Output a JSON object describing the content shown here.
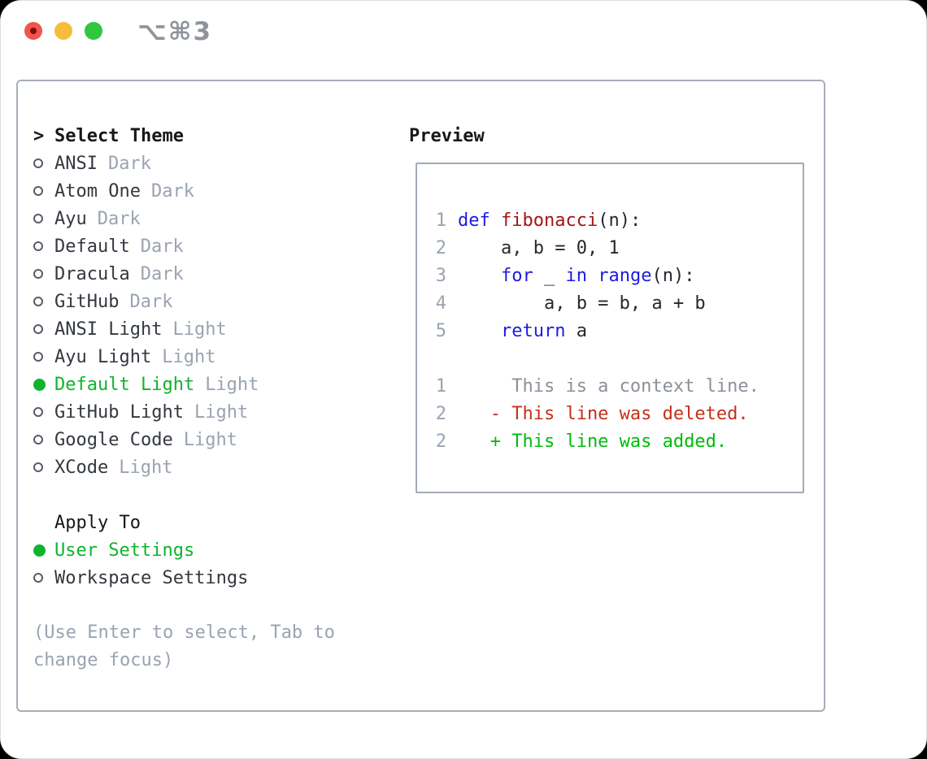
{
  "titlebar": {
    "title": "⌥⌘3",
    "traffic_lights": [
      "close",
      "minimize",
      "zoom"
    ]
  },
  "colors": {
    "accent_green": "#0fb42c",
    "added_green": "#00bb0c",
    "deleted_red": "#c43119",
    "keyword_blue": "#1c1ce0",
    "function_red": "#a31515",
    "muted_gray": "#9aa3b1",
    "context_gray": "#8a919b"
  },
  "theme_list": {
    "title_prefix": ">",
    "title": "Select Theme",
    "items": [
      {
        "name": "ANSI",
        "variant": "Dark",
        "selected": false
      },
      {
        "name": "Atom One",
        "variant": "Dark",
        "selected": false
      },
      {
        "name": "Ayu",
        "variant": "Dark",
        "selected": false
      },
      {
        "name": "Default",
        "variant": "Dark",
        "selected": false
      },
      {
        "name": "Dracula",
        "variant": "Dark",
        "selected": false
      },
      {
        "name": "GitHub",
        "variant": "Dark",
        "selected": false
      },
      {
        "name": "ANSI Light",
        "variant": "Light",
        "selected": false
      },
      {
        "name": "Ayu Light",
        "variant": "Light",
        "selected": false
      },
      {
        "name": "Default Light",
        "variant": "Light",
        "selected": true
      },
      {
        "name": "GitHub Light",
        "variant": "Light",
        "selected": false
      },
      {
        "name": "Google Code",
        "variant": "Light",
        "selected": false
      },
      {
        "name": "XCode",
        "variant": "Light",
        "selected": false
      }
    ]
  },
  "apply_to": {
    "title": "Apply To",
    "options": [
      {
        "label": "User Settings",
        "selected": true
      },
      {
        "label": "Workspace Settings",
        "selected": false
      }
    ]
  },
  "hint": {
    "text": "(Use Enter to select, Tab to change focus)"
  },
  "preview": {
    "label": "Preview",
    "lines": [
      {
        "num": "1",
        "tokens": [
          {
            "t": "def",
            "c": "kw"
          },
          {
            "t": " ",
            "c": "p"
          },
          {
            "t": "fibonacci",
            "c": "fn"
          },
          {
            "t": "(n):",
            "c": "p"
          }
        ]
      },
      {
        "num": "2",
        "tokens": [
          {
            "t": "    a, b = 0, 1",
            "c": "p"
          }
        ]
      },
      {
        "num": "3",
        "tokens": [
          {
            "t": "    ",
            "c": "p"
          },
          {
            "t": "for",
            "c": "kw"
          },
          {
            "t": " _ ",
            "c": "p"
          },
          {
            "t": "in",
            "c": "kw"
          },
          {
            "t": " ",
            "c": "p"
          },
          {
            "t": "range",
            "c": "kw"
          },
          {
            "t": "(n):",
            "c": "p"
          }
        ]
      },
      {
        "num": "4",
        "tokens": [
          {
            "t": "        a, b = b, a + b",
            "c": "p"
          }
        ]
      },
      {
        "num": "5",
        "tokens": [
          {
            "t": "    ",
            "c": "p"
          },
          {
            "t": "return",
            "c": "kw"
          },
          {
            "t": " a",
            "c": "p"
          }
        ]
      },
      {
        "num": "",
        "tokens": []
      },
      {
        "num": "1",
        "tokens": [
          {
            "t": "     This is a context line.",
            "c": "ctx"
          }
        ]
      },
      {
        "num": "2",
        "tokens": [
          {
            "t": "   - This line was deleted.",
            "c": "del"
          }
        ]
      },
      {
        "num": "2",
        "tokens": [
          {
            "t": "   + This line was added.",
            "c": "add"
          }
        ]
      }
    ]
  }
}
